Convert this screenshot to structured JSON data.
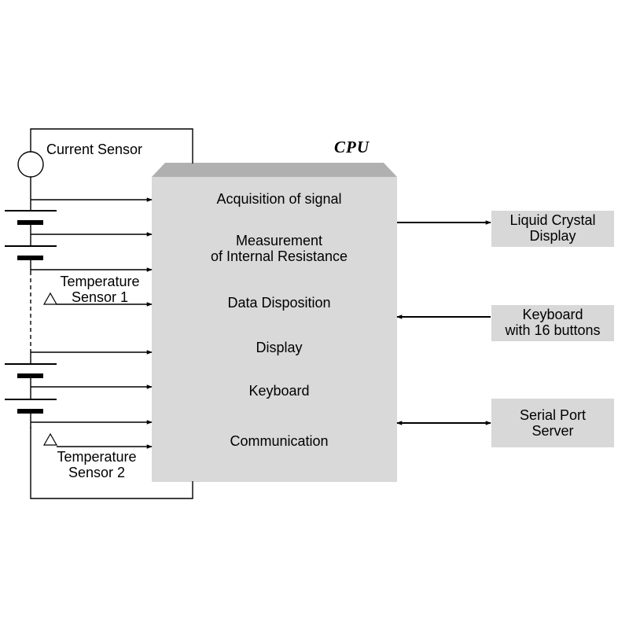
{
  "cpu": {
    "title": "CPU",
    "functions": [
      [
        "Acquisition of signal"
      ],
      [
        "Measurement",
        "of Internal Resistance"
      ],
      [
        "Data Disposition"
      ],
      [
        "Display"
      ],
      [
        "Keyboard"
      ],
      [
        "Communication"
      ]
    ]
  },
  "sensors": {
    "current": "Current Sensor",
    "temp1": [
      "Temperature",
      "Sensor 1"
    ],
    "temp2": [
      "Temperature",
      "Sensor 2"
    ]
  },
  "devices": {
    "lcd": [
      "Liquid Crystal",
      "Display"
    ],
    "keyboard": [
      "Keyboard",
      "with 16 buttons"
    ],
    "serial": [
      "Serial Port",
      "Server"
    ]
  },
  "colors": {
    "cpu_fill": "#d9d9d9",
    "cpu_top": "#b0b0b0",
    "device_fill": "#d8d8d8",
    "line": "#000000"
  }
}
